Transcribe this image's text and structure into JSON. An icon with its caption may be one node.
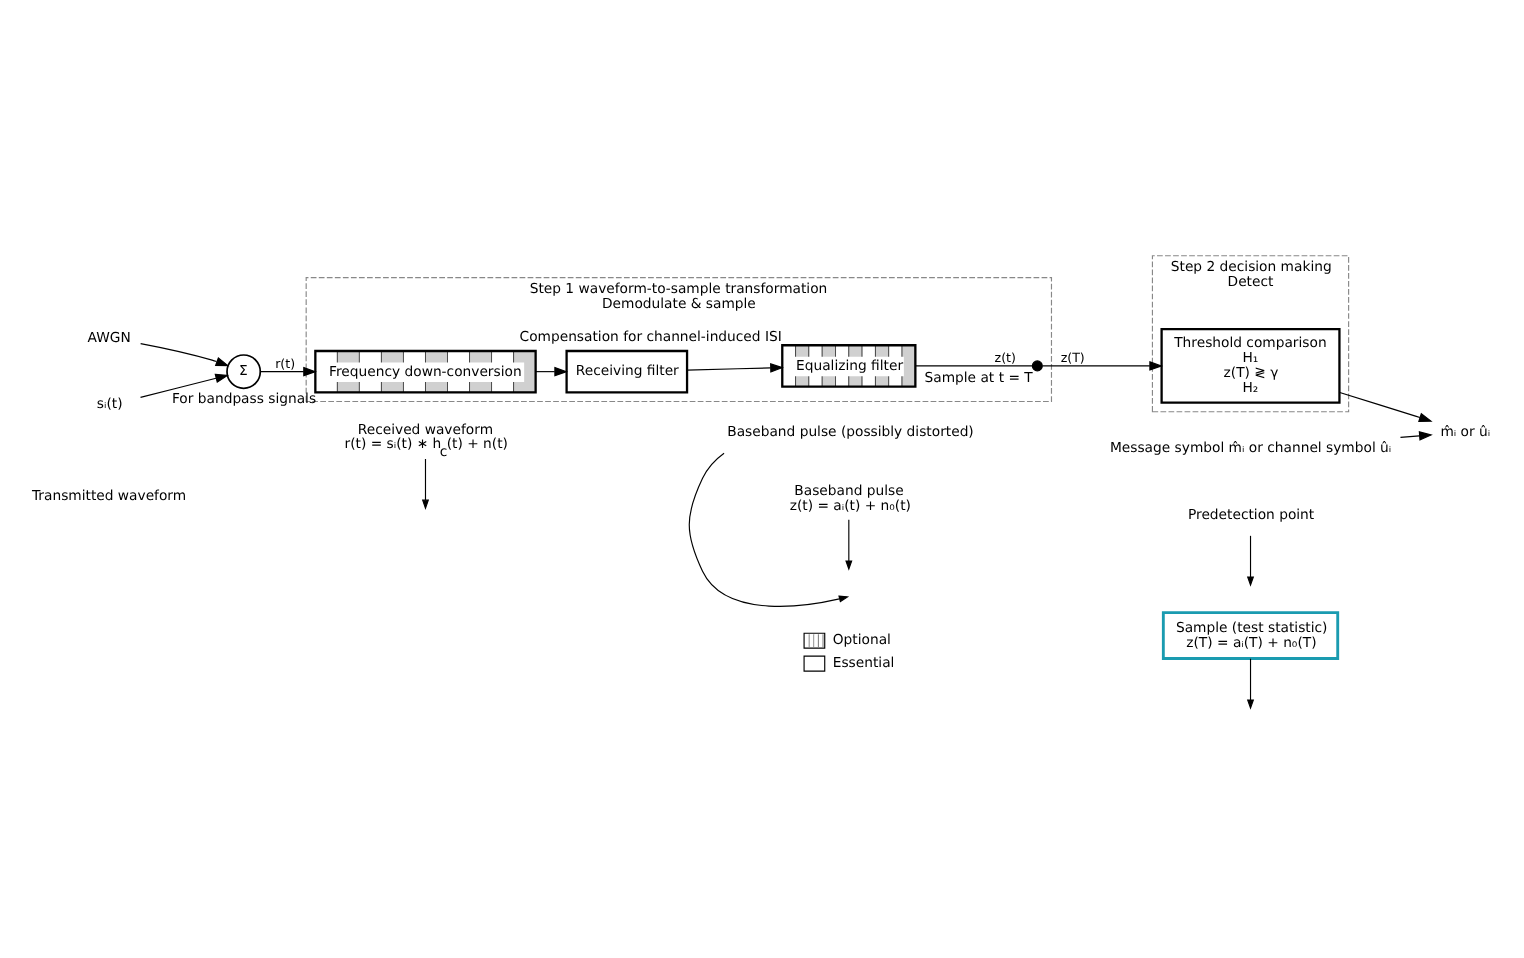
{
  "diagram": {
    "nodes": [
      {
        "text": [
          "AWGN"
        ]
      },
      {
        "text": [
          "sᵢ(t)"
        ]
      },
      {
        "text": [
          "Σ"
        ]
      },
      {
        "text": [
          "Step 1 waveform-to-sample transformation",
          "Demodulate & sample"
        ]
      },
      {
        "text": [
          "Frequency down-conversion"
        ],
        "in": 3,
        "beside": [
          "For bandpass signals"
        ]
      },
      {
        "text": [
          "Receiving filter"
        ],
        "in": 3
      },
      {
        "text": [
          "Equalizing filter"
        ],
        "in": 3,
        "beside": [
          "Compensation for channel-induced ISI"
        ]
      },
      {
        "text": [],
        "shape": "switch",
        "in": 3,
        "beside": [
          "Sample at t = T"
        ]
      },
      {
        "text": [
          "Predetection point"
        ]
      },
      {
        "text": [
          "Step 2 decision making",
          "Detect"
        ]
      },
      {
        "text": [
          "Threshold comparison",
          "H₁",
          "z(T) ≷ γ",
          "H₂"
        ],
        "in": 9
      },
      {
        "text": [
          "m̂ᵢ or ûᵢ"
        ]
      },
      {
        "text": [
          "Received waveform",
          "r(t) = sᵢ(t) ∗ h$_{c}$(t) + n(t)"
        ]
      },
      {
        "text": [
          "Baseband pulse (possibly distorted)"
        ]
      },
      {
        "text": [
          "Baseband pulse",
          "z(t) = aᵢ(t) + n₀(t)"
        ]
      },
      {
        "text": [
          "Sample (test statistic)",
          "z(T) = aᵢ(T) + n₀(T)"
        ]
      },
      {
        "text": [
          "Message symbol m̂ᵢ or channel symbol ûᵢ"
        ]
      }
    ],
    "edges": [
      {
        "from": 1,
        "to": 2,
        "arrow": "to"
      },
      {
        "from": 0,
        "to": 2,
        "arrow": "to"
      },
      {
        "from": 2,
        "to": 4,
        "arrow": "to",
        "label": "r(t)"
      },
      {
        "from": 4,
        "to": 5,
        "arrow": "to"
      },
      {
        "from": 5,
        "to": 6,
        "arrow": "to"
      },
      {
        "from": 6,
        "to": 7,
        "arrow": "none",
        "label": "z(t)"
      },
      {
        "from": 7,
        "to": 10,
        "arrow": "to",
        "label": "z(T)"
      },
      {
        "from": 10,
        "to": 11,
        "arrow": "to"
      },
      {
        "from": 8,
        "to": null,
        "arrow": "to"
      },
      {
        "from": 12,
        "to": null,
        "arrow": "to"
      },
      {
        "from": 13,
        "to": null,
        "arrow": "to"
      },
      {
        "from": 14,
        "to": null,
        "arrow": "to"
      },
      {
        "from": 15,
        "to": null,
        "arrow": "to"
      },
      {
        "from": 16,
        "to": 11,
        "arrow": "to"
      }
    ],
    "labels": [
      "Transmitted waveform"
    ],
    "legend": [
      {
        "text": "Optional"
      },
      {
        "text": "Essential"
      }
    ]
  }
}
